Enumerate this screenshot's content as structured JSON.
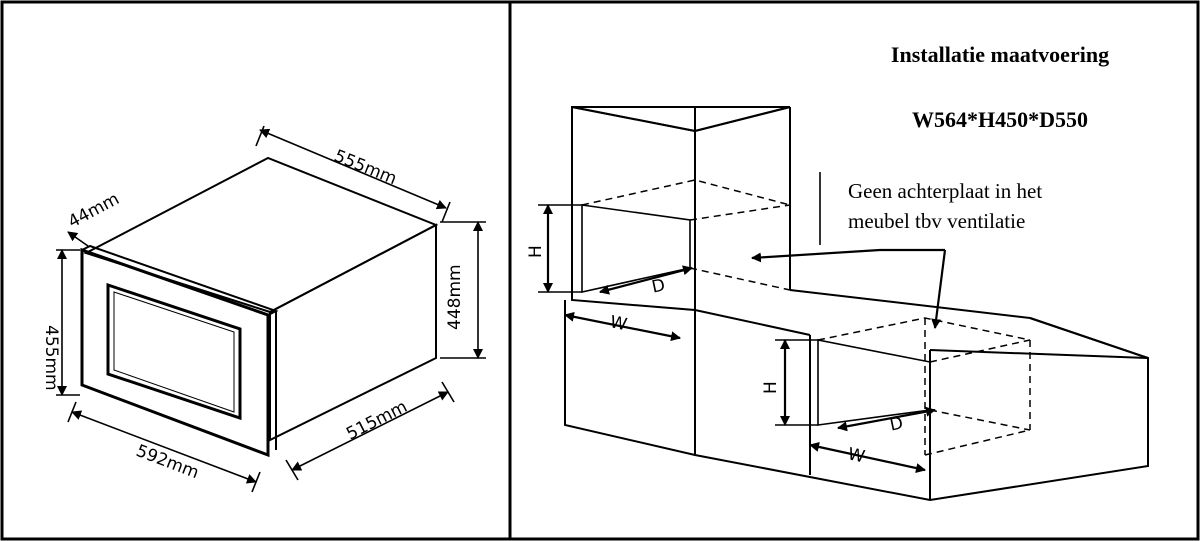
{
  "title": "Installatie maatvoering",
  "dimensions_spec": "W564*H450*D550",
  "note_lines": [
    "Geen achterplaat  in het",
    "meubel tbv ventilatie"
  ],
  "appliance_dims": {
    "depth_top": "555mm",
    "door_thickness": "44mm",
    "front_height": "455mm",
    "body_height": "448mm",
    "front_width": "592mm",
    "body_depth": "515mm"
  },
  "cabinet_labels": {
    "height": "H",
    "width": "W",
    "depth": "D"
  },
  "colors": {
    "line": "#000000",
    "background": "#ffffff"
  }
}
